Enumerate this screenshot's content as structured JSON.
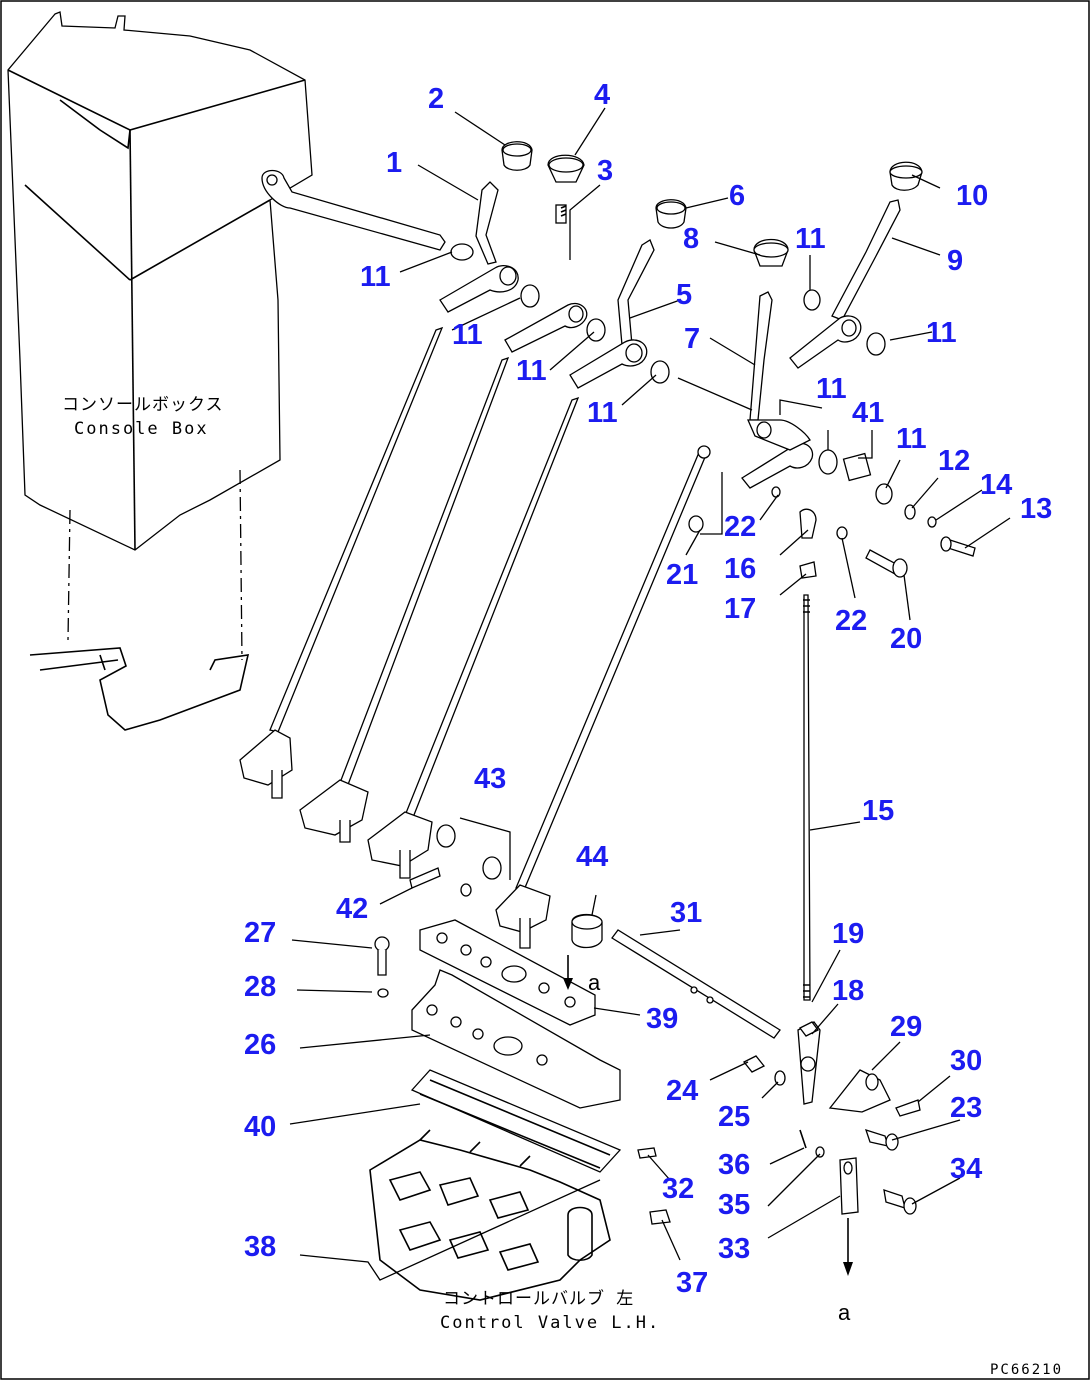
{
  "diagram": {
    "drawing_code": "PC66210",
    "console_label_jp": "コンソールボックス",
    "console_label_en": "Console Box",
    "valve_label_jp": "コントロールバルブ 左",
    "valve_label_en": "Control Valve L.H.",
    "view_ref_top": "a",
    "view_ref_bottom": "a",
    "part_numbers": [
      "1",
      "2",
      "3",
      "4",
      "5",
      "6",
      "7",
      "8",
      "9",
      "10",
      "11",
      "12",
      "13",
      "14",
      "15",
      "16",
      "17",
      "18",
      "19",
      "20",
      "21",
      "22",
      "23",
      "24",
      "25",
      "26",
      "27",
      "28",
      "29",
      "30",
      "31",
      "32",
      "33",
      "34",
      "35",
      "36",
      "37",
      "38",
      "39",
      "40",
      "41",
      "42",
      "43",
      "44"
    ],
    "line_color": "#000000",
    "label_color": "#1c1cf0"
  }
}
